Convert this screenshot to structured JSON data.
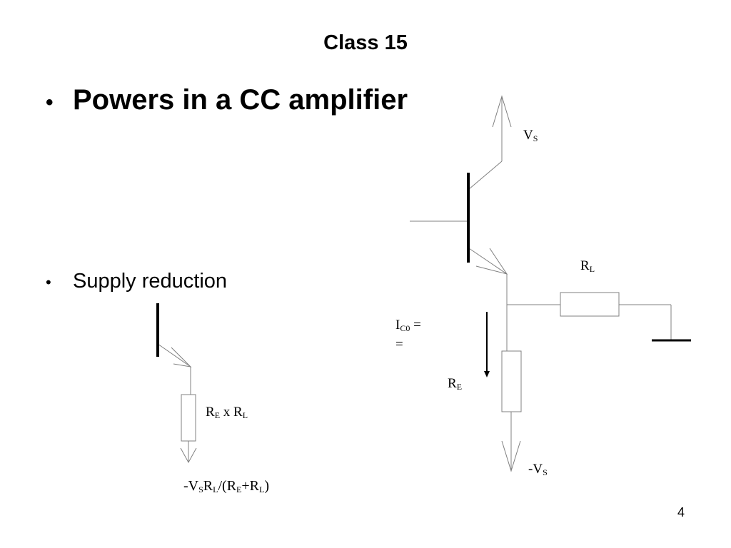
{
  "slide": {
    "title": "Class 15",
    "bullets": [
      {
        "symbol": "•",
        "text": "Powers in a CC amplifier"
      },
      {
        "symbol": "•",
        "text": "Supply reduction"
      }
    ],
    "page_number": "4"
  },
  "main_circuit": {
    "labels": {
      "vs": {
        "main": "V",
        "sub": "S"
      },
      "rl": {
        "main": "R",
        "sub": "L"
      },
      "ic0": {
        "main": "I",
        "sub": "C0",
        "rest": " =",
        "line2": "="
      },
      "re": {
        "main": "R",
        "sub": "E"
      },
      "neg_vs": {
        "main": "-V",
        "sub": "S"
      }
    }
  },
  "small_circuit": {
    "labels": {
      "re_x_rl": {
        "p1": "R",
        "s1": "E",
        "p2": " x R",
        "s2": "L"
      },
      "formula": {
        "p1": "-V",
        "s1": "S",
        "p2": "R",
        "s2": "L",
        "p3": "/(R",
        "s3": "E",
        "p4": "+R",
        "s4": "L",
        "p5": ")"
      }
    }
  }
}
